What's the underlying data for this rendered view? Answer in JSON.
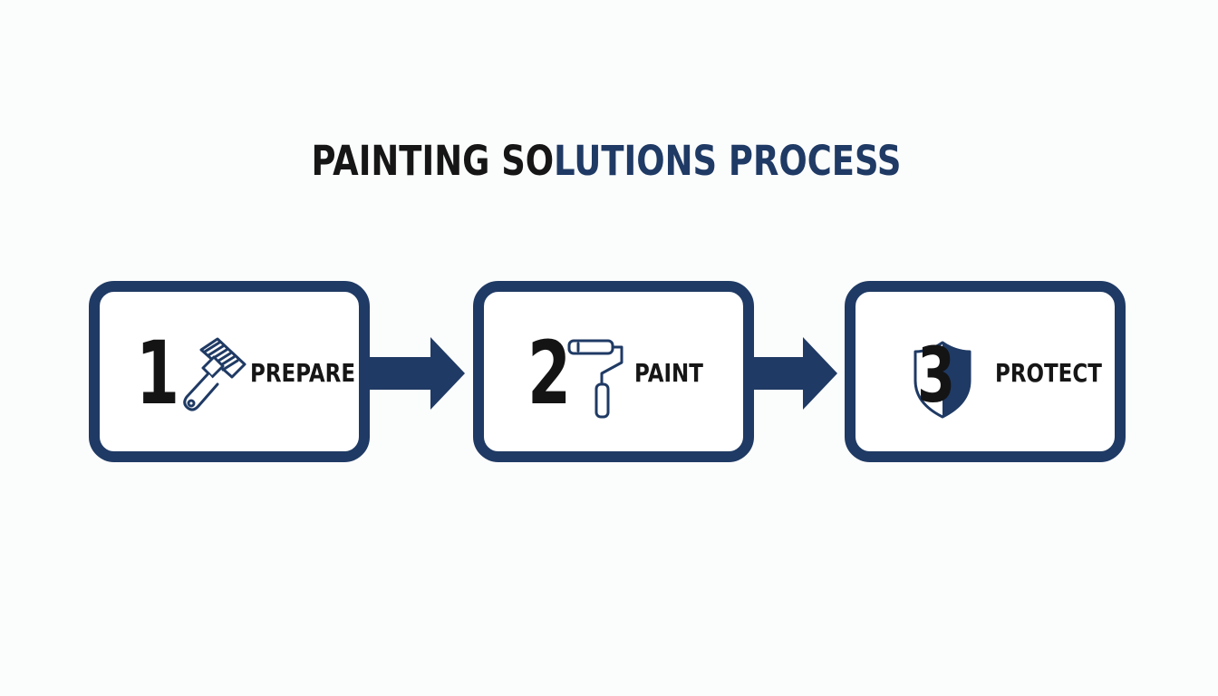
{
  "diagram": {
    "title_part1": "PAINTING SO",
    "title_part2": "LUTIONS PROCESS",
    "steps": [
      {
        "number": "1",
        "label": "PREPARE",
        "icon": "scraper-icon"
      },
      {
        "number": "2",
        "label": "PAINT",
        "icon": "paint-roller-icon"
      },
      {
        "number": "3",
        "label": "PROTECT",
        "icon": "shield-icon"
      }
    ],
    "colors": {
      "accent": "#1f3a64",
      "text": "#161616",
      "background": "#fbfcfc"
    }
  }
}
